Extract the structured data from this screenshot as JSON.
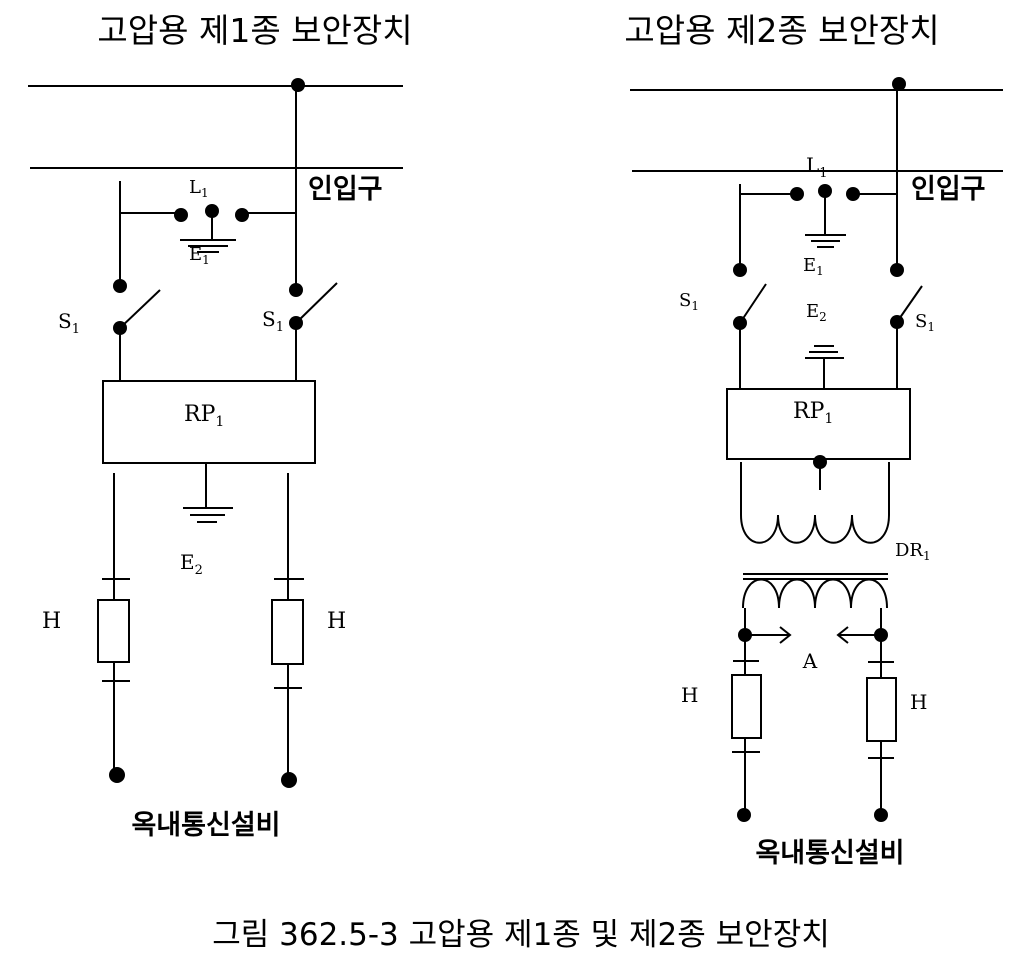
{
  "figure": {
    "caption": "그림 362.5-3 고압용 제1종 및 제2종 보안장치"
  },
  "left": {
    "title": "고압용 제1종 보안장치",
    "entrance": "인입구",
    "arrester": "L",
    "arrester_sub": "1",
    "ground1": "E",
    "ground1_sub": "1",
    "switch_left": "S",
    "switch_left_sub": "1",
    "switch_right": "S",
    "switch_right_sub": "1",
    "protector": "RP",
    "protector_sub": "1",
    "ground2": "E",
    "ground2_sub": "2",
    "fuse_left": "H",
    "fuse_right": "H",
    "indoor": "옥내통신설비"
  },
  "right": {
    "title": "고압용 제2종 보안장치",
    "entrance": "인입구",
    "arrester": "L",
    "arrester_sub": "1",
    "ground1": "E",
    "ground1_sub": "1",
    "ground2": "E",
    "ground2_sub": "2",
    "switch_left": "S",
    "switch_left_sub": "1",
    "switch_right": "S",
    "switch_right_sub": "1",
    "protector": "RP",
    "protector_sub": "1",
    "drain_coil": "DR",
    "drain_coil_sub": "1",
    "discharge_gap": "A",
    "fuse_left": "H",
    "fuse_right": "H",
    "indoor": "옥내통신설비"
  }
}
